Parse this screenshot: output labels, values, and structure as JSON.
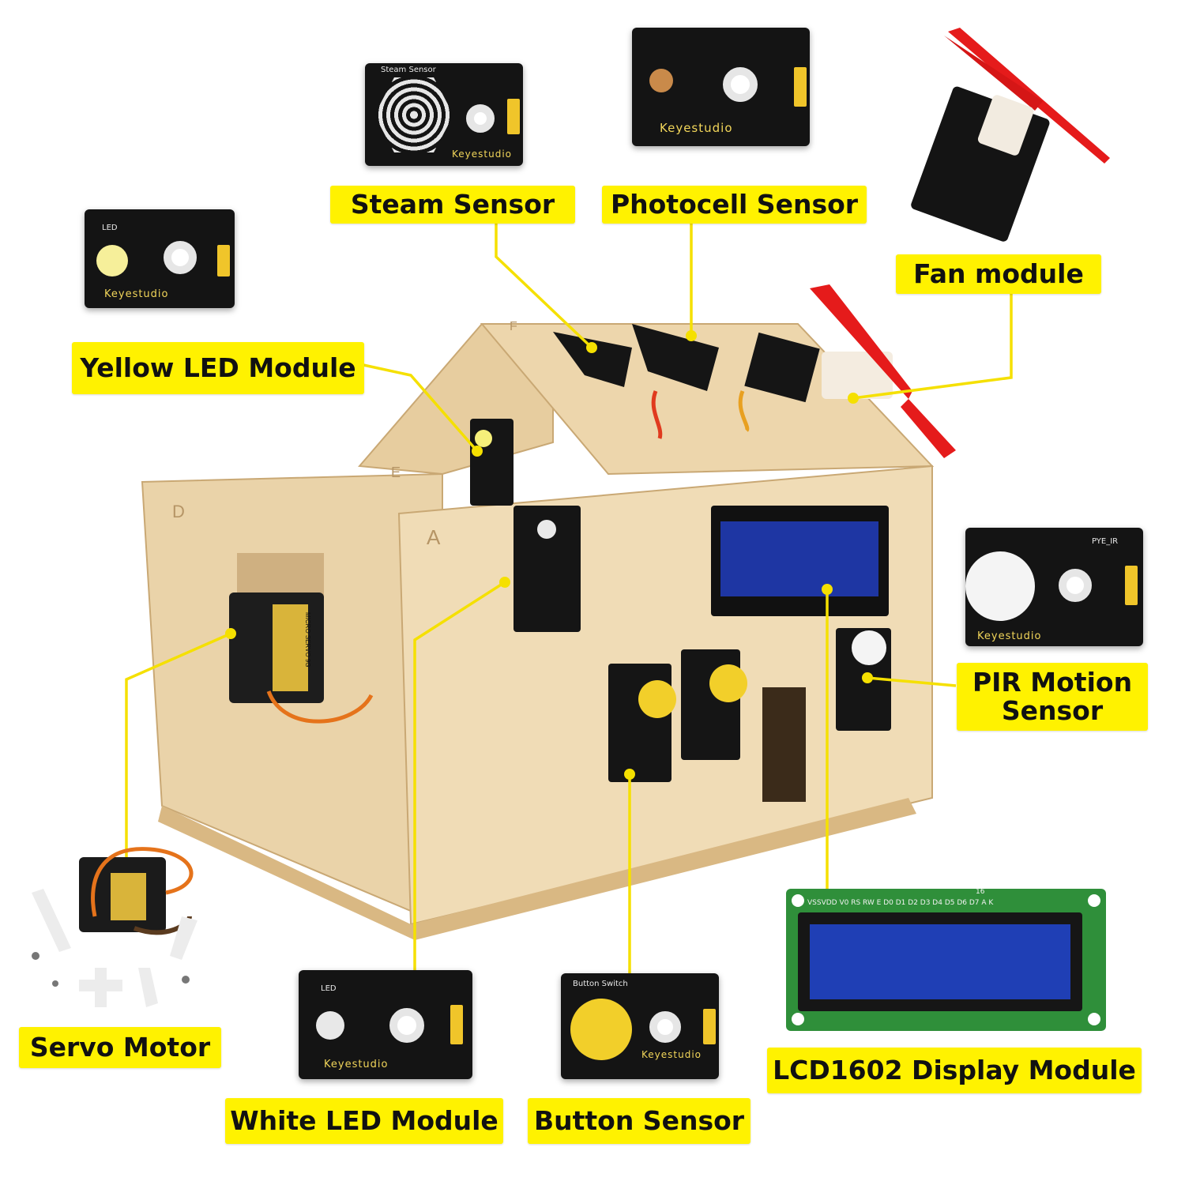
{
  "labels": {
    "steam": "Steam Sensor",
    "photocell": "Photocell Sensor",
    "fan": "Fan module",
    "yellow_led": "Yellow LED Module",
    "pir_line1": "PIR Motion",
    "pir_line2": "Sensor",
    "servo": "Servo Motor",
    "white_led": "White LED Module",
    "button": "Button Sensor",
    "lcd": "LCD1602 Display Module"
  },
  "board_text": {
    "brand": "Keyestudio",
    "steam_title": "Steam   Sensor",
    "led": "LED",
    "button_switch": "Button Switch",
    "pye_ir": "PYE_IR",
    "lcd_pins": "VSSVDD V0 RS RW E  D0 D1 D2 D3 D4 D5 D6 D7  A  K",
    "lcd_pin16": "16",
    "servo_text": "MICRO SERVO 9G",
    "house_letter_a": "A",
    "house_letter_d": "D",
    "house_letter_e": "E",
    "house_letter_f": "F"
  },
  "colors": {
    "label_bg": "#fff200",
    "leader": "#f5e000",
    "board": "#141414",
    "wood": "#e9d2a8",
    "lcd_green": "#2f8f3a",
    "lcd_blue": "#1f3fb5",
    "button_cap": "#f2cf2a",
    "fan_red": "#e51b1b"
  }
}
